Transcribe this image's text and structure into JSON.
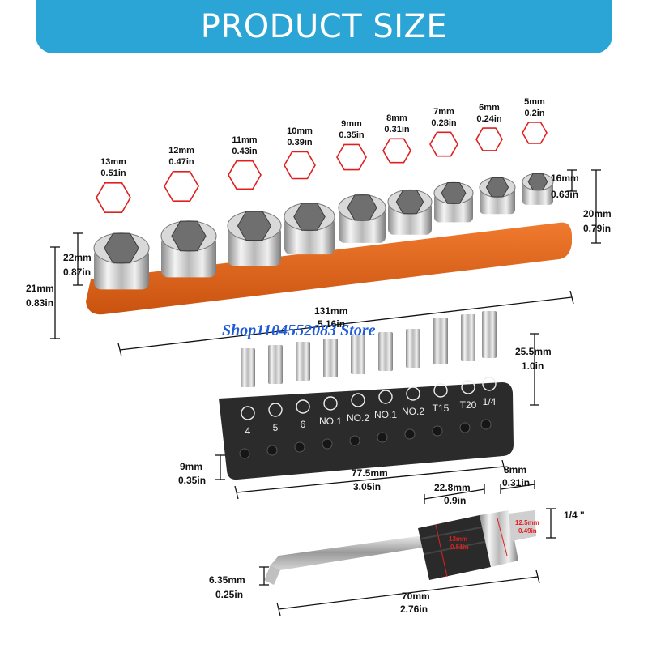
{
  "banner": {
    "title": "PRODUCT SIZE"
  },
  "sockets": [
    {
      "mm": "13mm",
      "in": "0.51in"
    },
    {
      "mm": "12mm",
      "in": "0.47in"
    },
    {
      "mm": "11mm",
      "in": "0.43in"
    },
    {
      "mm": "10mm",
      "in": "0.39in"
    },
    {
      "mm": "9mm",
      "in": "0.35in"
    },
    {
      "mm": "8mm",
      "in": "0.31in"
    },
    {
      "mm": "7mm",
      "in": "0.28in"
    },
    {
      "mm": "6mm",
      "in": "0.24in"
    },
    {
      "mm": "5mm",
      "in": "0.2in"
    }
  ],
  "socket_dims": {
    "small_height": {
      "mm": "16mm",
      "in": "0.63in"
    },
    "rail_height_right": {
      "mm": "20mm",
      "in": "0.79in"
    },
    "large_height": {
      "mm": "22mm",
      "in": "0.87in"
    },
    "rail_height_left": {
      "mm": "21mm",
      "in": "0.83in"
    },
    "length": {
      "mm": "131mm",
      "in": "5.16in"
    }
  },
  "watermark": "Shop1104552083 Store",
  "bits": {
    "labels": [
      "4",
      "5",
      "6",
      "NO.1",
      "NO.2",
      "NO.1",
      "NO.2",
      "T15",
      "T20",
      "1/4"
    ],
    "height": {
      "mm": "25.5mm",
      "in": "1.0in"
    },
    "rail": {
      "mm": "9mm",
      "in": "0.35in"
    },
    "length": {
      "mm": "77.5mm",
      "in": "3.05in"
    }
  },
  "adapter": {
    "collar": {
      "mm": "22.8mm",
      "in": "0.9in"
    },
    "tip": {
      "mm": "8mm",
      "in": "0.31in"
    },
    "drive": "1/4 \"",
    "shank": {
      "mm": "6.35mm",
      "in": "0.25in"
    },
    "length": {
      "mm": "70mm",
      "in": "2.76in"
    },
    "inner_a": {
      "mm": "12.5mm",
      "in": "0.49in"
    },
    "inner_b": {
      "mm": "13mm",
      "in": "0.51in"
    }
  },
  "colors": {
    "banner": "#2aa5d6",
    "rail_orange": "#e8651c",
    "bit_rail": "#2b2b2b",
    "hex_outline": "#e02020",
    "watermark": "#1d5bd8"
  }
}
